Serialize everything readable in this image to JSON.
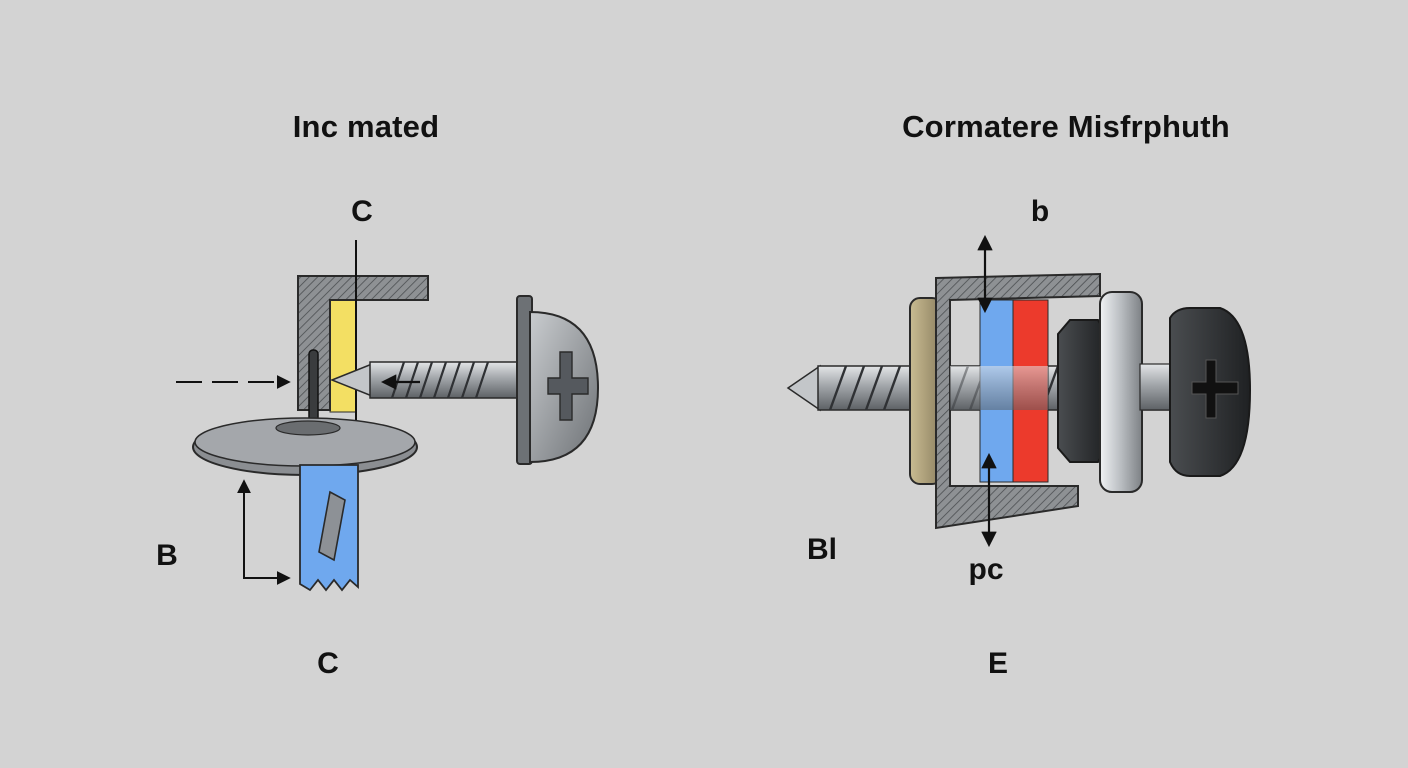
{
  "colors": {
    "background": "#d3d3d3",
    "steel": "#9a9ea3",
    "steel_dark": "#55595e",
    "outline": "#2a2a2a",
    "yellow_layer": "#f3df63",
    "blue_layer": "#6fa8ee",
    "red_layer": "#ec3a2c",
    "tan_washer": "#b5a67e",
    "black_part": "#2f3133"
  },
  "left_panel": {
    "title": "Inc mated",
    "callouts": {
      "top": "C",
      "left": "B",
      "bottom": "C"
    }
  },
  "right_panel": {
    "title": "Cormatere Misfrphuth",
    "callouts": {
      "top": "b",
      "left": "Bl",
      "lower_center": "pc",
      "bottom": "E"
    }
  }
}
